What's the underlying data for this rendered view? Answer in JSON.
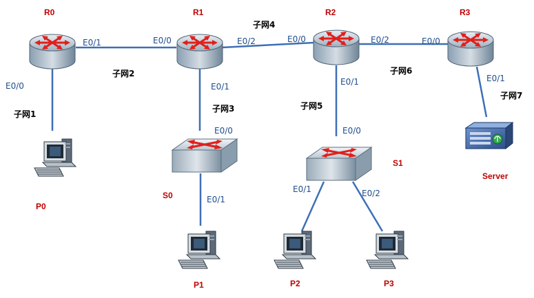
{
  "colors": {
    "link": "#3d6fb5",
    "device_label": "#c00000",
    "port_label": "#1f4e8c",
    "router_body": "#5f7487",
    "arrow": "#e0201b",
    "server_body": "#3a5f9e"
  },
  "devices": {
    "r0": {
      "label": "R0",
      "icon": "router-icon"
    },
    "r1": {
      "label": "R1",
      "icon": "router-icon"
    },
    "r2": {
      "label": "R2",
      "icon": "router-icon"
    },
    "r3": {
      "label": "R3",
      "icon": "router-icon"
    },
    "s0": {
      "label": "S0",
      "icon": "switch-icon"
    },
    "s1": {
      "label": "S1",
      "icon": "switch-icon"
    },
    "p0": {
      "label": "P0",
      "icon": "pc-icon"
    },
    "p1": {
      "label": "P1",
      "icon": "pc-icon"
    },
    "p2": {
      "label": "P2",
      "icon": "pc-icon"
    },
    "p3": {
      "label": "P3",
      "icon": "pc-icon"
    },
    "server": {
      "label": "Server",
      "icon": "server-icon"
    }
  },
  "ports": {
    "r0_e01": "E0/1",
    "r0_e00": "E0/0",
    "r1_e00": "E0/0",
    "r1_e02": "E0/2",
    "r1_e01": "E0/1",
    "r2_e00": "E0/0",
    "r2_e02": "E0/2",
    "r2_e01": "E0/1",
    "r3_e00": "E0/0",
    "r3_e01": "E0/1",
    "s0_e00": "E0/0",
    "s0_e01": "E0/1",
    "s1_e00": "E0/0",
    "s1_e01": "E0/1",
    "s1_e02": "E0/2"
  },
  "subnets": {
    "subnet1": "子网1",
    "subnet2": "子网2",
    "subnet3": "子网3",
    "subnet4": "子网4",
    "subnet5": "子网5",
    "subnet6": "子网6",
    "subnet7": "子网7"
  }
}
